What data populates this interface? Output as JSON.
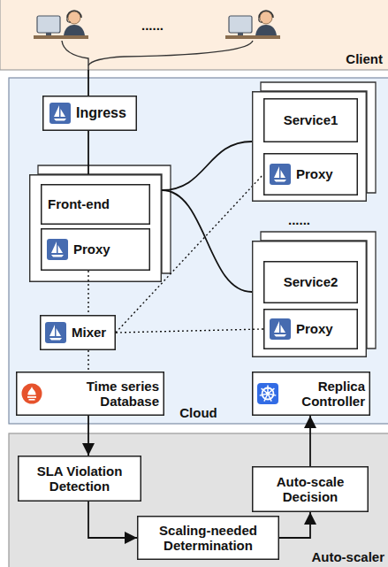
{
  "diagram": {
    "nodes": [
      {
        "text": [
          "Client"
        ]
      },
      {
        "text": [
          "Cloud"
        ]
      },
      {
        "text": [
          "Ingress"
        ],
        "in": 1
      },
      {
        "text": [],
        "in": 1
      },
      {
        "text": [
          "Front-end"
        ],
        "in": 3
      },
      {
        "text": [
          "Proxy"
        ],
        "in": 3
      },
      {
        "text": [],
        "in": 1
      },
      {
        "text": [
          "Service1"
        ],
        "in": 6
      },
      {
        "text": [
          "Proxy"
        ],
        "in": 6
      },
      {
        "text": [],
        "in": 1
      },
      {
        "text": [
          "Service2"
        ],
        "in": 9
      },
      {
        "text": [
          "Proxy"
        ],
        "in": 9
      },
      {
        "text": [
          "Mixer"
        ],
        "in": 1
      },
      {
        "text": [
          "Time series Database"
        ],
        "in": 1
      },
      {
        "text": [
          "Replica Controller"
        ],
        "in": 1
      },
      {
        "text": [
          "Auto-scaler"
        ]
      },
      {
        "text": [
          "SLA Violation Detection"
        ],
        "in": 15
      },
      {
        "text": [
          "Scaling-needed Determination"
        ],
        "in": 15
      },
      {
        "text": [
          "Auto-scale Decision"
        ],
        "in": 15
      }
    ],
    "edges": [
      {
        "from": 0,
        "to": 2,
        "arrow": "none"
      },
      {
        "from": 2,
        "to": 3,
        "arrow": "none"
      },
      {
        "from": 3,
        "to": 6,
        "arrow": "none"
      },
      {
        "from": 3,
        "to": 9,
        "arrow": "none"
      },
      {
        "from": 5,
        "to": 12,
        "arrow": "none"
      },
      {
        "from": 12,
        "to": 8,
        "arrow": "none"
      },
      {
        "from": 12,
        "to": 11,
        "arrow": "none"
      },
      {
        "from": 12,
        "to": 13,
        "arrow": "none"
      },
      {
        "from": 13,
        "to": 16,
        "arrow": "to"
      },
      {
        "from": 16,
        "to": 17,
        "arrow": "to"
      },
      {
        "from": 17,
        "to": 18,
        "arrow": "to"
      },
      {
        "from": 18,
        "to": 14,
        "arrow": "to"
      }
    ],
    "labels": [
      "......",
      "......"
    ]
  }
}
